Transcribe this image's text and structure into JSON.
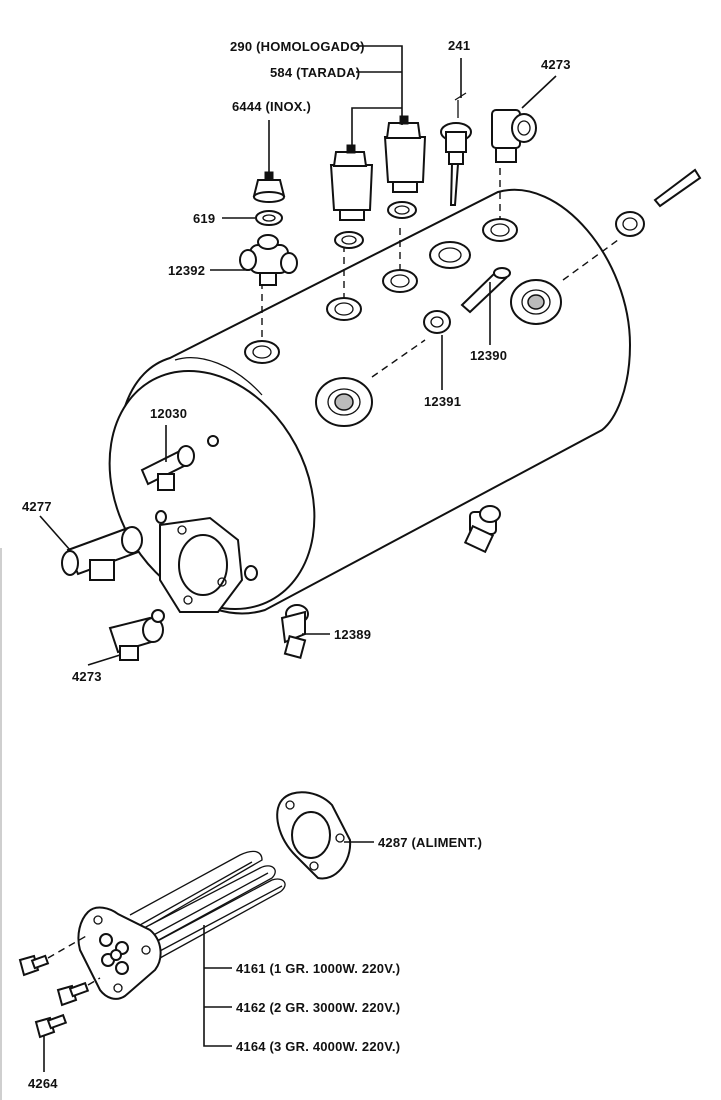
{
  "labels": {
    "l290": "290 (HOMOLOGADO)",
    "l584": "584 (TARADA)",
    "l6444": "6444 (INOX.)",
    "l241": "241",
    "l4273a": "4273",
    "l619": "619",
    "l12392": "12392",
    "l12390": "12390",
    "l12391": "12391",
    "l12030": "12030",
    "l4277": "4277",
    "l12389": "12389",
    "l4273b": "4273",
    "l4287": "4287 (ALIMENT.)",
    "l4161": "4161 (1 GR. 1000W. 220V.)",
    "l4162": "4162 (2 GR. 3000W. 220V.)",
    "l4164": "4164 (3 GR. 4000W. 220V.)",
    "l4264": "4264"
  }
}
